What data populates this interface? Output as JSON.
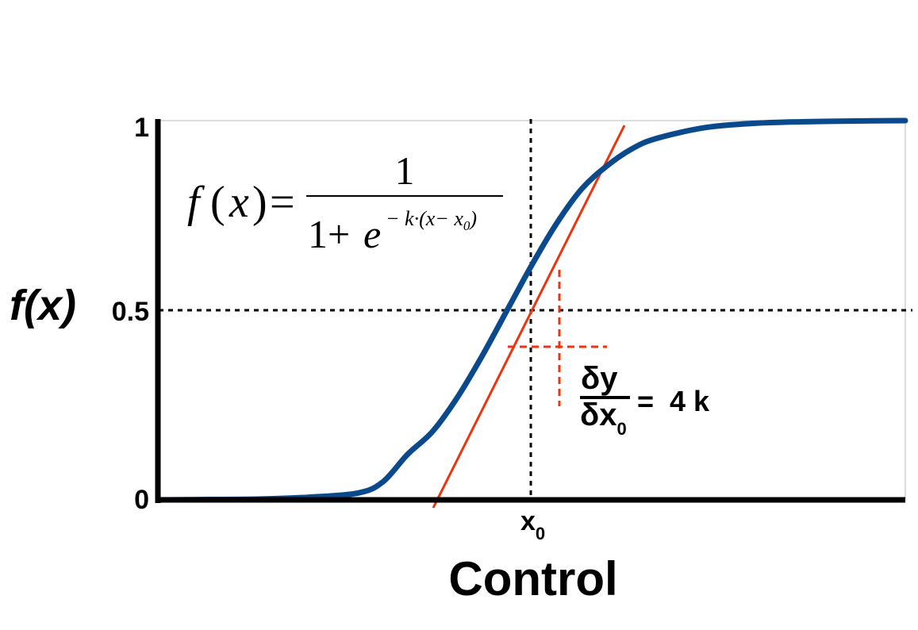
{
  "chart_data": {
    "type": "line",
    "title": "",
    "xlabel": "Control",
    "ylabel": "f(x)",
    "ylim": [
      0,
      1
    ],
    "y_ticks": [
      "0",
      "0.5",
      "1"
    ],
    "x_tick": {
      "main": "x",
      "sub": "0"
    },
    "grid": false,
    "series": [
      {
        "color": "#0a4a8c",
        "x": [
          -7,
          -6,
          -5,
          -4,
          -3,
          -2.5,
          -2,
          -1.5,
          -1,
          -0.5,
          0,
          0.5,
          1,
          1.5,
          2,
          2.5,
          3,
          4,
          5,
          6,
          7,
          8
        ],
        "y": [
          0.0,
          0.001,
          0.002,
          0.007,
          0.018,
          0.047,
          0.12,
          0.18,
          0.27,
          0.38,
          0.5,
          0.62,
          0.73,
          0.82,
          0.88,
          0.925,
          0.953,
          0.982,
          0.993,
          0.997,
          0.999,
          1.0
        ]
      }
    ],
    "tangent": {
      "color": "#ee3311",
      "slope_label": "= 4 k"
    },
    "formula": {
      "lhs": "f",
      "var": "x",
      "equals": "=",
      "numerator": "1",
      "denominator_base": "1+",
      "denominator_e": "e",
      "exponent": "− k·(x− x",
      "exponent_sub": "0",
      "exponent_close": ")"
    },
    "derivative": {
      "num": "δy",
      "den": "δx",
      "den_sub": "0",
      "rhs": "=  4 k"
    },
    "guide_lines": {
      "x0": 0,
      "y": 0.5
    }
  },
  "colors": {
    "curve": "#0a4a8c",
    "tangent": "#ee3311",
    "axis": "#000000",
    "frame": "#bbbbbb"
  }
}
